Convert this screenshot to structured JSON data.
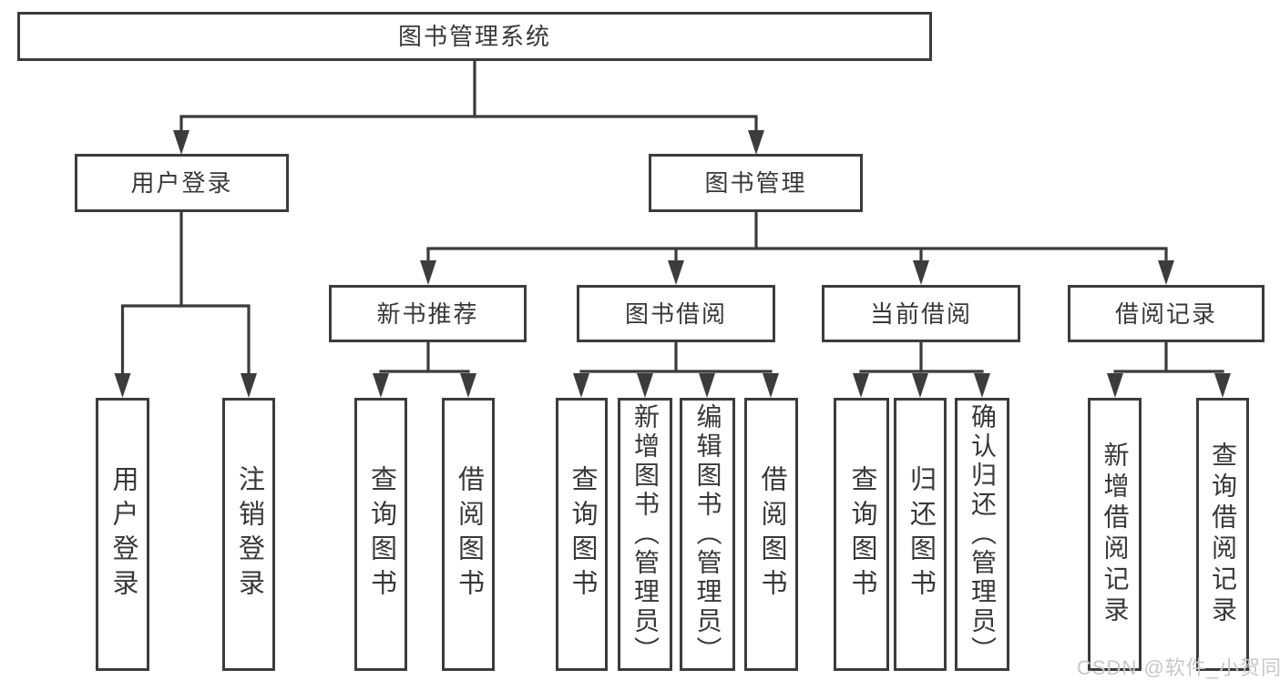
{
  "diagram": {
    "root": {
      "label": "图书管理系统"
    },
    "branches": [
      {
        "label": "用户登录",
        "children": [
          {
            "label": "用户登录"
          },
          {
            "label": "注销登录"
          }
        ]
      },
      {
        "label": "图书管理",
        "children": [
          {
            "label": "新书推荐",
            "children": [
              {
                "label": "查询图书"
              },
              {
                "label": "借阅图书"
              }
            ]
          },
          {
            "label": "图书借阅",
            "children": [
              {
                "label": "查询图书"
              },
              {
                "label": "新增图书（管理员）"
              },
              {
                "label": "编辑图书（管理员）"
              },
              {
                "label": "借阅图书"
              }
            ]
          },
          {
            "label": "当前借阅",
            "children": [
              {
                "label": "查询图书"
              },
              {
                "label": "归还图书"
              },
              {
                "label": "确认归还（管理员）"
              }
            ]
          },
          {
            "label": "借阅记录",
            "children": [
              {
                "label": "新增借阅记录"
              },
              {
                "label": "查询借阅记录"
              }
            ]
          }
        ]
      }
    ],
    "watermark": "CSDN @软件_小贺同学",
    "colors": {
      "line": "#3c3c3c",
      "text": "#383838",
      "watermark": "#c8c8c8",
      "background": "#ffffff"
    }
  }
}
